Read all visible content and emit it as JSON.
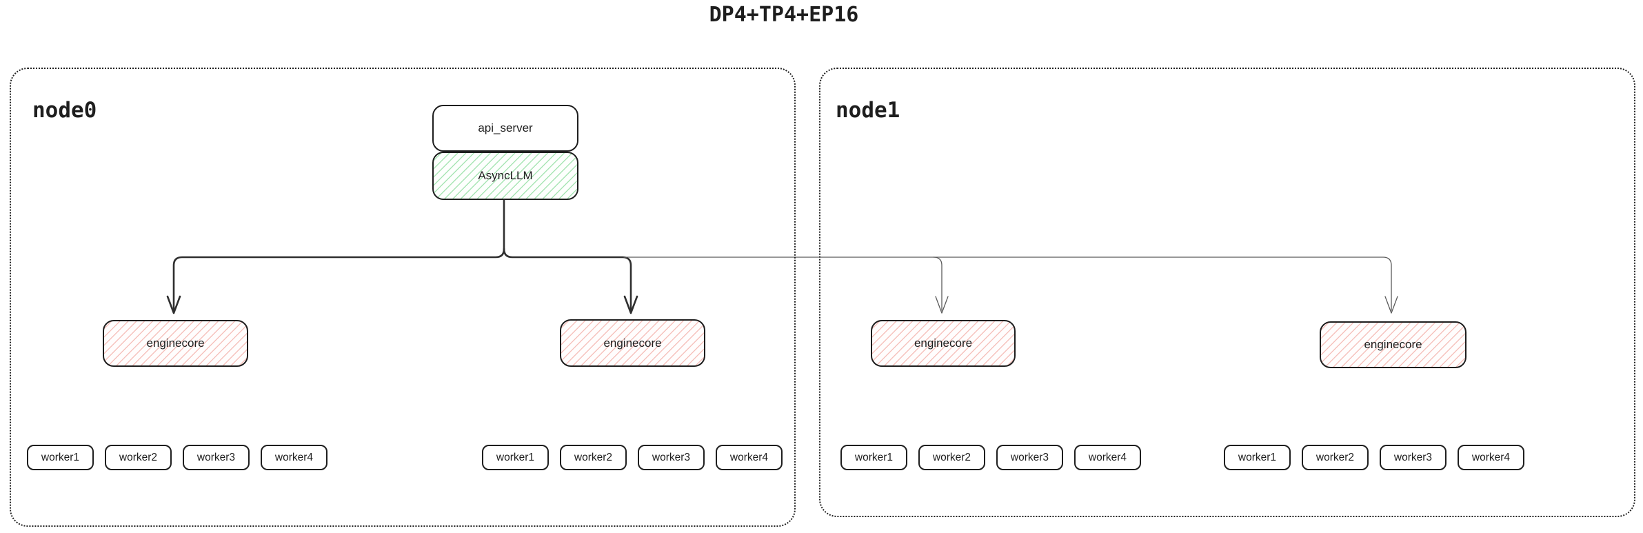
{
  "title": "DP4+TP4+EP16",
  "colors": {
    "border": "#1e1e1e",
    "green_hatch": "#a9e5b5",
    "pink_hatch": "#f6c2bd",
    "thick_line": "#2f2f2f",
    "thin_line": "#5a5a5a"
  },
  "node0": {
    "label": "node0",
    "api_server_label": "api_server",
    "async_llm_label": "AsyncLLM",
    "enginecores": [
      {
        "label": "enginecore",
        "workers": [
          "worker1",
          "worker2",
          "worker3",
          "worker4"
        ]
      },
      {
        "label": "enginecore",
        "workers": [
          "worker1",
          "worker2",
          "worker3",
          "worker4"
        ]
      }
    ]
  },
  "node1": {
    "label": "node1",
    "enginecores": [
      {
        "label": "enginecore",
        "workers": [
          "worker1",
          "worker2",
          "worker3",
          "worker4"
        ]
      },
      {
        "label": "enginecore",
        "workers": [
          "worker1",
          "worker2",
          "worker3",
          "worker4"
        ]
      }
    ]
  }
}
